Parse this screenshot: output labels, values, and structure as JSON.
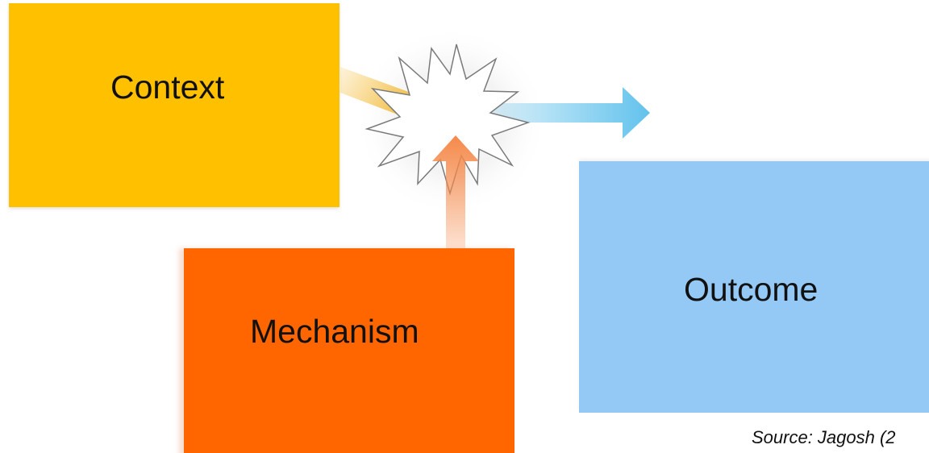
{
  "diagram": {
    "boxes": {
      "context": {
        "label": "Context",
        "color": "#FFC000"
      },
      "mechanism": {
        "label": "Mechanism",
        "color": "#FF6600"
      },
      "outcome": {
        "label": "Outcome",
        "color": "#94C9F5"
      }
    },
    "arrows": {
      "context_to_center": {
        "color": "#F2B21B"
      },
      "mechanism_to_center": {
        "color": "#F5894A"
      },
      "center_to_outcome": {
        "color": "#62C2EC"
      }
    },
    "burst": {
      "icon": "starburst-icon",
      "fill": "#FFFFFF",
      "stroke": "#7A7A7A"
    },
    "source": "Source: Jagosh (2"
  }
}
